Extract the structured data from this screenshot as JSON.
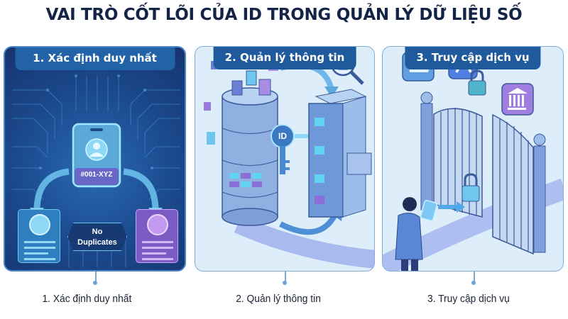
{
  "title": "VAI TRÒ CỐT LÕI CỦA ID TRONG QUẢN LÝ DỮ LIỆU SỐ",
  "panels": [
    {
      "header": "1. Xác định duy nhất",
      "id_card_code": "#001-XYZ",
      "center_label_line1": "No",
      "center_label_line2": "Duplicates",
      "icons": [
        "id-card-icon",
        "male-profile-icon",
        "female-profile-icon",
        "circuit-board-icon"
      ]
    },
    {
      "header": "2. Quản lý thông tin",
      "key_label": "ID",
      "icons": [
        "database-icon",
        "id-key-icon",
        "filing-cabinet-icon",
        "magnifier-document-icon"
      ]
    },
    {
      "header": "3. Truy cập dịch vụ",
      "icons": [
        "cloud-upload-icon",
        "app-store-icon",
        "padlock-icon",
        "bank-icon",
        "gate-icon",
        "person-with-id-icon"
      ]
    }
  ],
  "captions": [
    "1. Xác định duy nhất",
    "2. Quản lý thông tin",
    "3. Truy cập dịch vụ"
  ],
  "colors": {
    "title": "#142447",
    "pill": "#1f5a9c",
    "panel1_bg": "#1c4d92",
    "panel_light_bg": "#ddeefa",
    "accent_purple": "#8a6fd8",
    "accent_cyan": "#5fd3f0"
  }
}
